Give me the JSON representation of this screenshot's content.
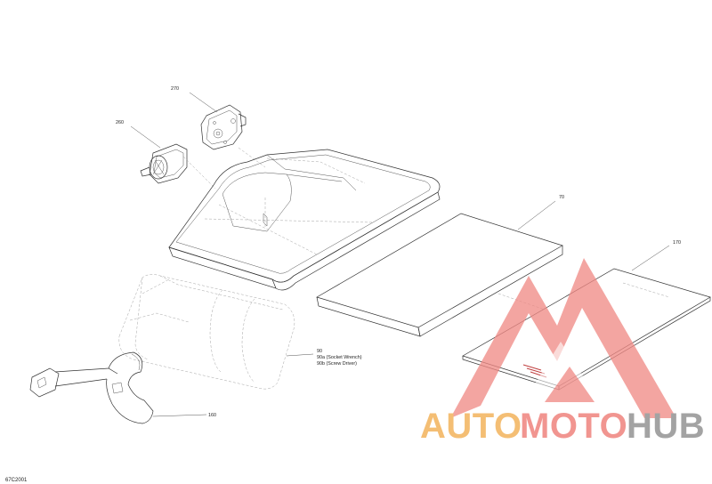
{
  "callouts": {
    "p270": "270",
    "p260": "260",
    "p70": "70",
    "p170": "170",
    "p90": "90",
    "p90a": "90a (Socket Wrench)",
    "p90b": "90b (Screw Driver)",
    "p160": "160"
  },
  "drawing_code": "67C2001",
  "watermark": {
    "part1": "AUTO",
    "part2": "MOTO",
    "part3": "HUB",
    "color_orange": "#f3b866",
    "color_red": "#f08a85",
    "color_gray": "#9a9a9a"
  }
}
